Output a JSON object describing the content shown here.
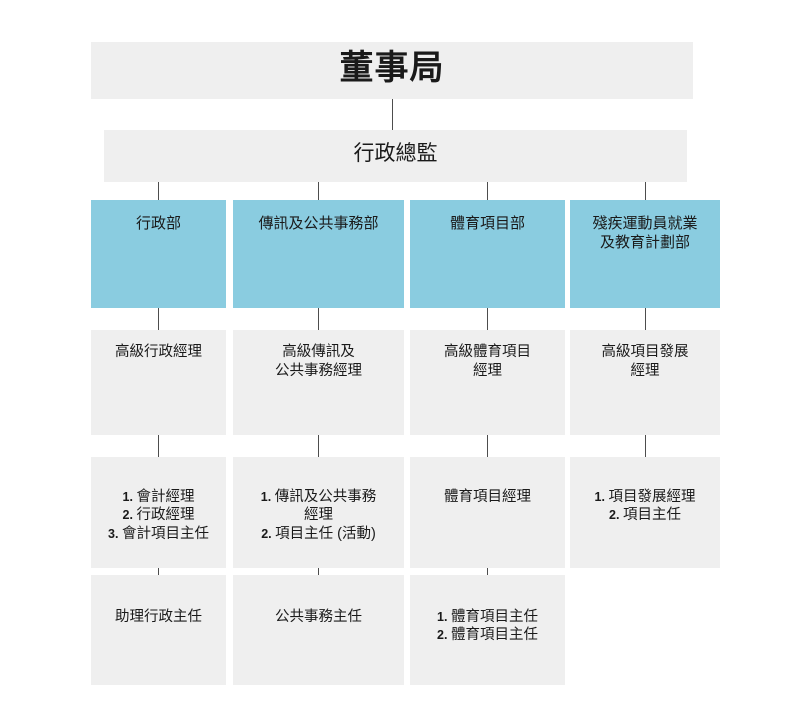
{
  "chart_title": "董事局",
  "theme": {
    "box_gray": "#efefef",
    "box_blue": "#8acce0",
    "text_color": "#1a1a1a",
    "connector_color": "#4d4d4d",
    "background": "#ffffff"
  },
  "levels": {
    "board": {
      "label": "董事局"
    },
    "executive": {
      "label": "行政總監"
    },
    "departments": [
      {
        "label": "行政部"
      },
      {
        "label": "傳訊及公共事務部"
      },
      {
        "label": "體育項目部"
      },
      {
        "label": "殘疾運動員就業\n及教育計劃部"
      }
    ],
    "senior_managers": [
      {
        "label": "高級行政經理"
      },
      {
        "label": "高級傳訊及\n公共事務經理"
      },
      {
        "label": "高級體育項目\n經理"
      },
      {
        "label": "高級項目發展\n經理"
      }
    ],
    "managers": [
      {
        "items": [
          {
            "index": "1.",
            "label": "會計經理"
          },
          {
            "index": "2.",
            "label": "行政經理"
          },
          {
            "index": "3.",
            "label": "會計項目主任"
          }
        ]
      },
      {
        "items": [
          {
            "index": "1.",
            "label": "傳訊及公共事務\n經理"
          },
          {
            "index": "2.",
            "label": "項目主任 (活動)"
          }
        ]
      },
      {
        "items": [
          {
            "index": "",
            "label": "體育項目經理"
          }
        ]
      },
      {
        "items": [
          {
            "index": "1.",
            "label": "項目發展經理"
          },
          {
            "index": "2.",
            "label": "項目主任"
          }
        ]
      }
    ],
    "officers": [
      {
        "items": [
          {
            "index": "",
            "label": "助理行政主任"
          }
        ]
      },
      {
        "items": [
          {
            "index": "",
            "label": "公共事務主任"
          }
        ]
      },
      {
        "items": [
          {
            "index": "1.",
            "label": "體育項目主任"
          },
          {
            "index": "2.",
            "label": "體育項目主任"
          }
        ]
      }
    ]
  }
}
